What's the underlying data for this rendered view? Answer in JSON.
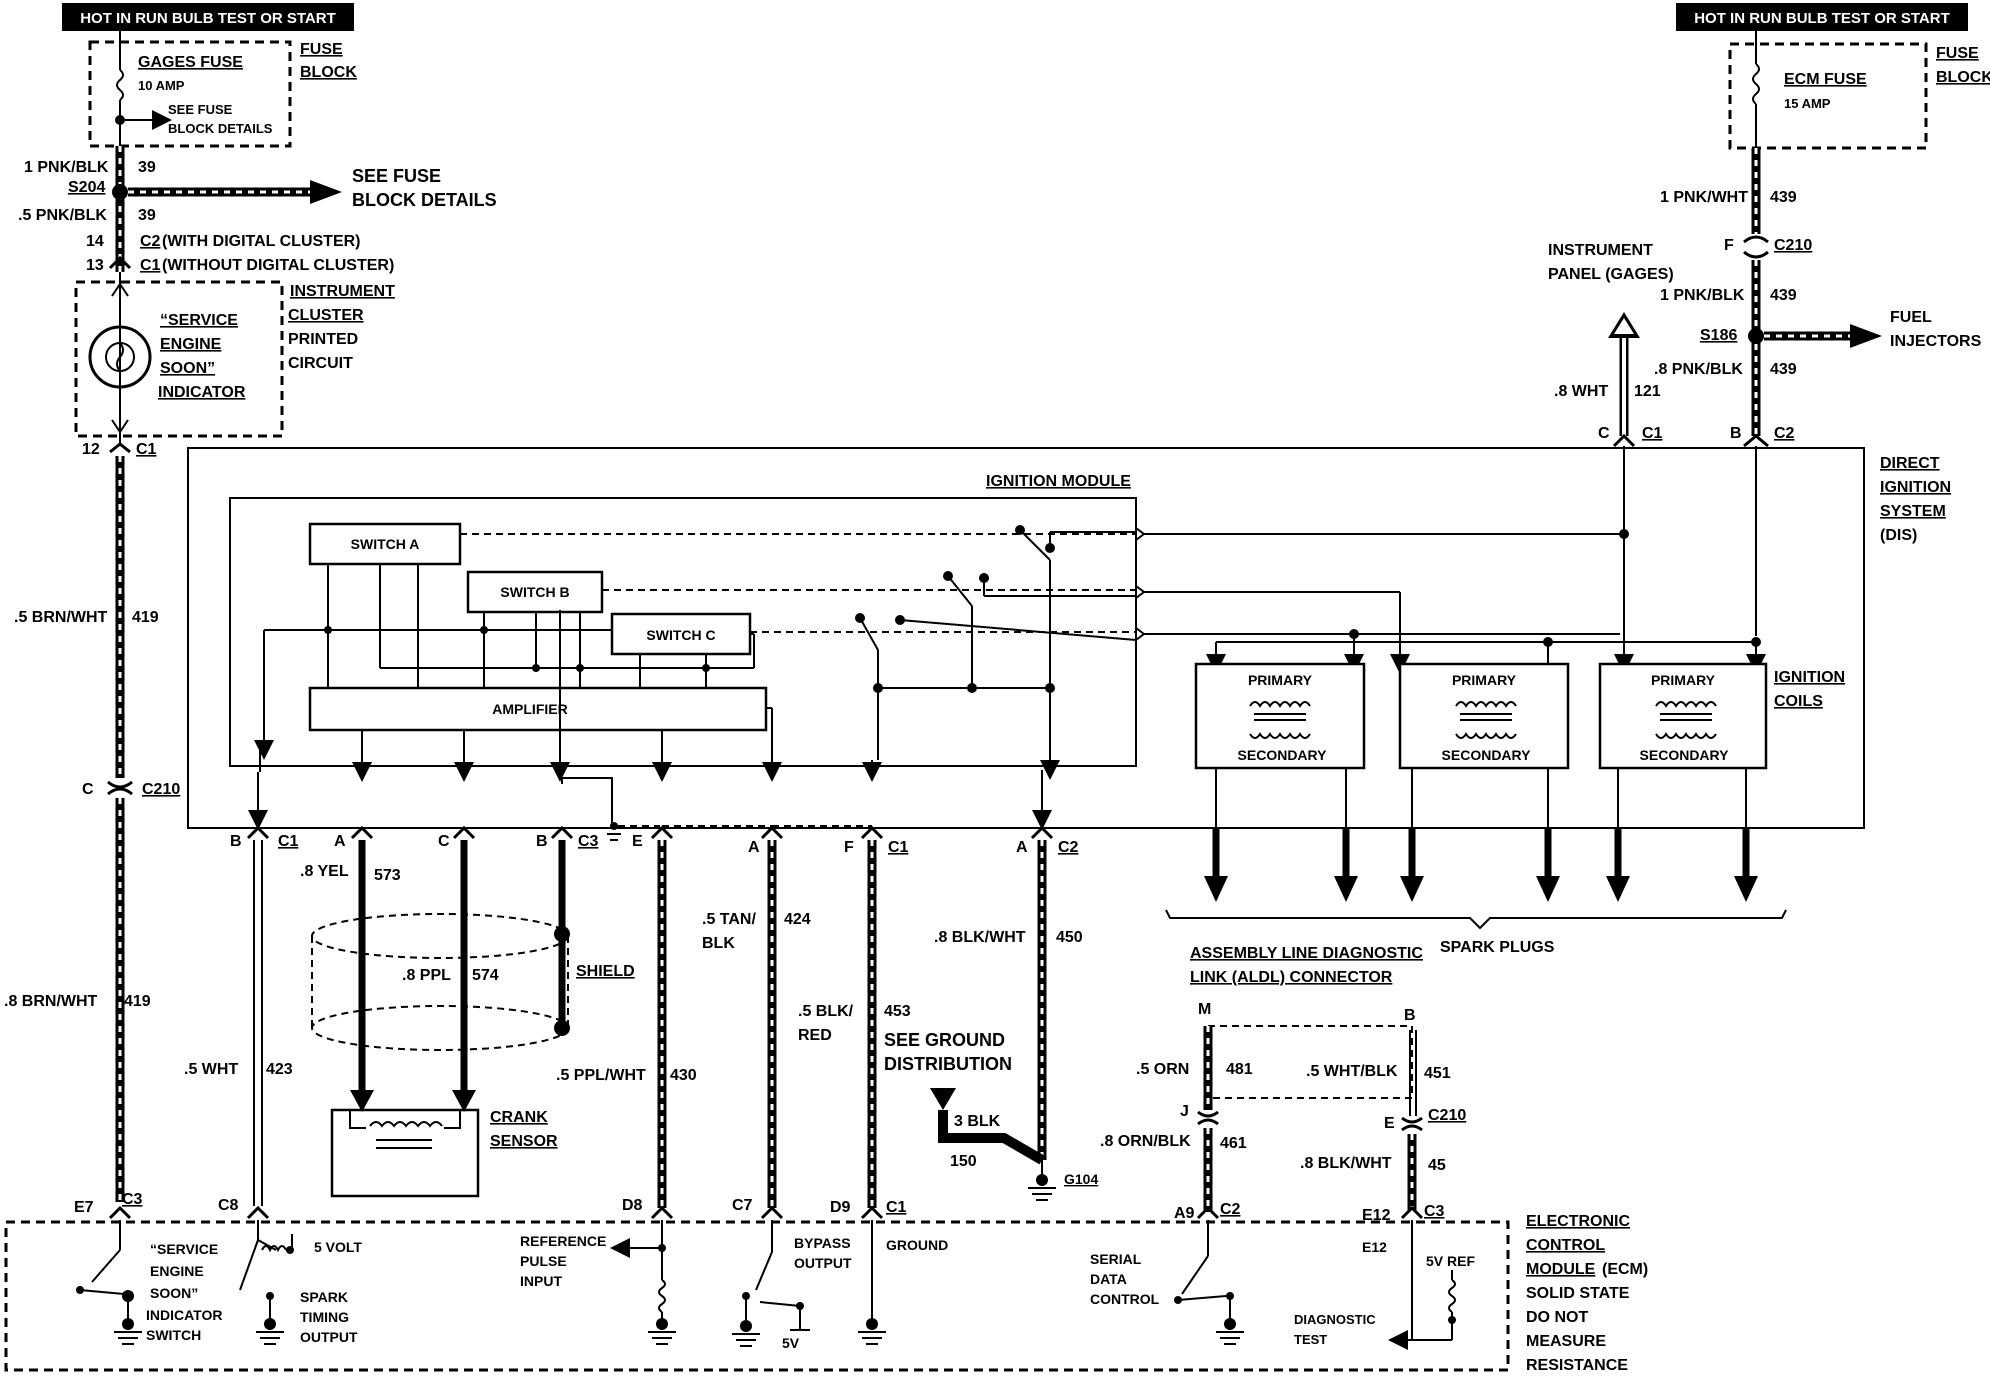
{
  "banners": {
    "left": "HOT IN RUN BULB TEST OR START",
    "right": "HOT IN RUN BULB TEST OR START"
  },
  "gages_fuse": {
    "title": "GAGES FUSE",
    "rating": "10 AMP",
    "note_1": "SEE FUSE",
    "note_2": "BLOCK DETAILS"
  },
  "fuse_block_left": {
    "line1": "FUSE",
    "line2": "BLOCK"
  },
  "ecm_fuse": {
    "title": "ECM FUSE",
    "rating": "15 AMP"
  },
  "fuse_block_right": {
    "line1": "FUSE",
    "line2": "BLOCK"
  },
  "left_wires": {
    "w1_color": "1 PNK/BLK",
    "w1_num": "39",
    "splice": "S204",
    "see1": "SEE FUSE",
    "see2": "BLOCK DETAILS",
    "w2_color": ".5 PNK/BLK",
    "w2_num": "39",
    "pin14": "14",
    "c2_digital": "C2",
    "with_digital": "(WITH DIGITAL CLUSTER)",
    "pin13": "13",
    "c1_digital": "C1",
    "without_digital": "(WITHOUT DIGITAL CLUSTER)"
  },
  "indicator": {
    "l1": "“SERVICE",
    "l2": "ENGINE",
    "l3": "SOON”",
    "l4": "INDICATOR"
  },
  "cluster": {
    "l1": "INSTRUMENT",
    "l2": "CLUSTER",
    "l3": "PRINTED",
    "l4": "CIRCUIT"
  },
  "c1_12": {
    "pin": "12",
    "conn": "C1"
  },
  "brn_wht_top": {
    "color": ".5 BRN/WHT",
    "num": "419"
  },
  "c210_left": {
    "pin": "C",
    "conn": "C210"
  },
  "brn_wht_bottom": {
    "color": ".8 BRN/WHT",
    "num": "419"
  },
  "right_wires": {
    "w1_color": "1 PNK/WHT",
    "w1_num": "439",
    "pin_f": "F",
    "c210": "C210",
    "ip_1": "INSTRUMENT",
    "ip_2": "PANEL (GAGES)",
    "w2_color": "1 PNK/BLK",
    "w2_num": "439",
    "splice": "S186",
    "fuel1": "FUEL",
    "fuel2": "INJECTORS",
    "w3_color": ".8 PNK/BLK",
    "w3_num": "439",
    "wht_color": ".8 WHT",
    "wht_num": "121",
    "pin_c": "C",
    "c1": "C1",
    "pin_b": "B",
    "c2": "C2"
  },
  "dis": {
    "l1": "DIRECT",
    "l2": "IGNITION",
    "l3": "SYSTEM",
    "l4": "(DIS)"
  },
  "ignition_module": {
    "title": "IGNITION MODULE",
    "switch_a": "SWITCH A",
    "switch_b": "SWITCH B",
    "switch_c": "SWITCH C",
    "amplifier": "AMPLIFIER"
  },
  "coils": {
    "primary": "PRIMARY",
    "secondary": "SECONDARY",
    "l1": "IGNITION",
    "l2": "COILS"
  },
  "spark_plugs": "SPARK PLUGS",
  "module_pins": {
    "b": "B",
    "c1": "C1",
    "a": "A",
    "c": "C",
    "b2": "B",
    "c3": "C3",
    "e": "E",
    "a2": "A",
    "f": "F",
    "c1b": "C1",
    "a3": "A",
    "c2": "C2"
  },
  "wires_mid": {
    "yel": ".8 YEL",
    "yel_num": "573",
    "ppl": ".8 PPL",
    "ppl_num": "574",
    "shield": "SHIELD",
    "wht": ".5 WHT",
    "wht_num": "423",
    "crank1": "CRANK",
    "crank2": "SENSOR",
    "ppl_wht": ".5 PPL/WHT",
    "ppl_wht_num": "430",
    "tan1": ".5 TAN/",
    "tan2": "BLK",
    "tan_num": "424",
    "blk1": ".5 BLK/",
    "blk2": "RED",
    "blk_num": "453",
    "blk_wht": ".8 BLK/WHT",
    "blk_wht_num": "450",
    "see_gnd1": "SEE GROUND",
    "see_gnd2": "DISTRIBUTION",
    "blk3": "3 BLK",
    "blk3_num": "150",
    "g104": "G104"
  },
  "aldl": {
    "l1": "ASSEMBLY LINE DIAGNOSTIC",
    "l2": "LINK (ALDL) CONNECTOR",
    "m": "M",
    "b": "B",
    "orn": ".5 ORN",
    "orn_num": "481",
    "wht_blk": ".5 WHT/BLK",
    "wht_blk_num": "451",
    "j": "J",
    "e": "E",
    "c210": "C210",
    "orn_blk": ".8 ORN/BLK",
    "orn_blk_num": "461",
    "blk_wht": ".8 BLK/WHT",
    "blk_wht_num": "45"
  },
  "ecm_pins": {
    "e7": "E7",
    "c3": "C3",
    "c8": "C8",
    "d8": "D8",
    "c7": "C7",
    "d9": "D9",
    "c1": "C1",
    "a9": "A9",
    "c2": "C2",
    "e12": "E12",
    "c3b": "C3",
    "e12b": "E12"
  },
  "ecm_labels": {
    "ses1": "“SERVICE",
    "ses2": "ENGINE",
    "ses3": "SOON”",
    "ses4": "INDICATOR",
    "ses5": "SWITCH",
    "volt5": "5 VOLT",
    "spark1": "SPARK",
    "spark2": "TIMING",
    "spark3": "OUTPUT",
    "ref1": "REFERENCE",
    "ref2": "PULSE",
    "ref3": "INPUT",
    "bypass1": "BYPASS",
    "bypass2": "OUTPUT",
    "v5": "5V",
    "ground": "GROUND",
    "serial1": "SERIAL",
    "serial2": "DATA",
    "serial3": "CONTROL",
    "ref5v": "5V REF",
    "diag1": "DIAGNOSTIC",
    "diag2": "TEST",
    "ecm1": "ELECTRONIC",
    "ecm2": "CONTROL",
    "ecm3": "MODULE",
    "ecm3b": "(ECM)",
    "ecm4": "SOLID STATE",
    "ecm5": "DO NOT",
    "ecm6": "MEASURE",
    "ecm7": "RESISTANCE"
  }
}
